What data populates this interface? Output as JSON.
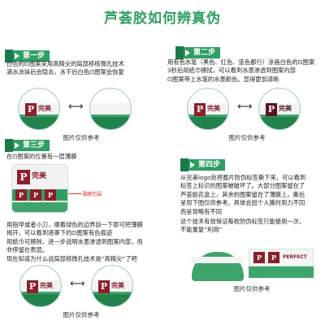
{
  "title": "芦荟胶如何辨真伪",
  "steps": {
    "s1": {
      "tag": "第一步",
      "lines": [
        "白色的⊡图案采用高精尖的局部移核微孔技术",
        "滴水涂抹后会隐去，水干后白色⊡图案会恢复"
      ]
    },
    "s2": {
      "tag": "第二步",
      "lines": [
        "用有色水笔（黑色、红色、蓝色都行）涂画白色的⊡图案",
        "3秒后用纸巾擦拭，可以看到水墨渗透到图案内部",
        "⊡图案带上水笔的水墨颜色，显得更加清晰"
      ]
    },
    "s3": {
      "tag": "第三步",
      "intro": "在⊡图案的位置有一层薄膜",
      "film_label": "薄膜范围",
      "lines": [
        "用指甲或者小刀，顺着绿色的边界刮一下即可把薄膜",
        "揭开，可以看到遮罩下的⊡图案有色痕迹",
        "用纸巾可擦除，进一步说明水墨渗透到图案内部，而",
        "非停留在表层。",
        "现在知道为什么说局部核微孔技术是“高精尖”了吧"
      ]
    },
    "s4": {
      "tag": "第四步",
      "lines": [
        "从完美logo处将整片防伪标签撕下来，可以看到",
        "标签上标识的图案被破坏了。大部分图案留在了",
        "芦荟胶花盒上，其余的图案留在了薄膜上。撕后",
        "呈现下图仅供参考。具体会因个人撕时用力不同",
        "而呈现略有不同",
        "这个技术有效保证每枚防伪标签只能使用一次，",
        "不能重复“利用”"
      ]
    }
  },
  "caption": "图片仅供参考",
  "logo_text": "完美",
  "logo_sub": "PERFECT",
  "arrow": "⟷",
  "colors": {
    "accent": "#2e9e62",
    "dark": "#1b7a48",
    "logo": "#8b1f2c"
  }
}
